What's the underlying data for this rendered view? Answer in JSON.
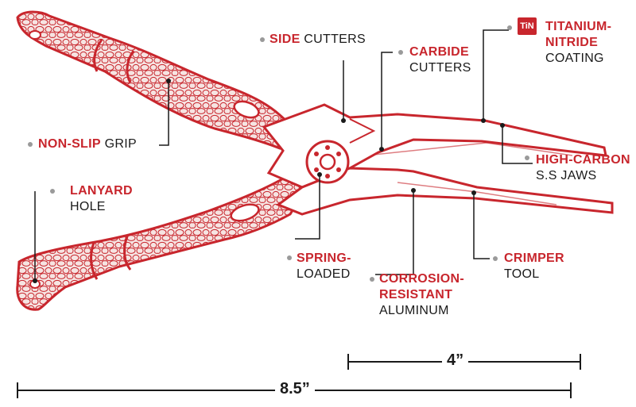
{
  "colors": {
    "accent": "#c8262d",
    "text": "#1a1a1a",
    "leader": "#1a1a1a",
    "dot": "#9a9a9a"
  },
  "labels": {
    "side_cutters": {
      "highlight": "SIDE",
      "plain": "CUTTERS"
    },
    "carbide": {
      "line1": "CARBIDE",
      "line2": "CUTTERS"
    },
    "titanium": {
      "badge": "TiN",
      "line1": "TITANIUM-",
      "line2": "NITRIDE",
      "line3": "COATING"
    },
    "non_slip": {
      "highlight": "NON-SLIP",
      "plain": "GRIP"
    },
    "high_carbon": {
      "line1": "HIGH-CARBON",
      "line2": "S.S JAWS"
    },
    "lanyard": {
      "line1": "LANYARD",
      "line2": "HOLE"
    },
    "spring": {
      "line1": "SPRING-",
      "line2": "LOADED"
    },
    "corrosion": {
      "line1": "CORROSION-",
      "line2": "RESISTANT",
      "line3": "ALUMINUM"
    },
    "crimper": {
      "line1": "CRIMPER",
      "line2": "TOOL"
    }
  },
  "dimensions": {
    "jaw_length": "4”",
    "total_length": "8.5”"
  }
}
